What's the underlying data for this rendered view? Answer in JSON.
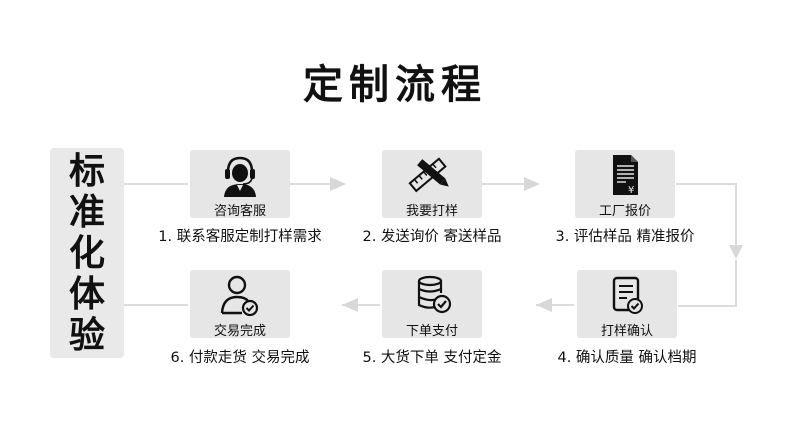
{
  "title": "定制流程",
  "side_label": [
    "标",
    "准",
    "化",
    "体",
    "验"
  ],
  "steps": [
    {
      "label": "咨询客服",
      "desc": "1. 联系客服定制打样需求",
      "icon": "headset-agent-icon"
    },
    {
      "label": "我要打样",
      "desc": "2. 发送询价 寄送样品",
      "icon": "pencil-ruler-icon"
    },
    {
      "label": "工厂报价",
      "desc": "3. 评估样品 精准报价",
      "icon": "price-document-icon"
    },
    {
      "label": "打样确认",
      "desc": "4. 确认质量 确认档期",
      "icon": "checklist-document-icon"
    },
    {
      "label": "下单支付",
      "desc": "5. 大货下单 支付定金",
      "icon": "coin-stack-icon"
    },
    {
      "label": "交易完成",
      "desc": "6. 付款走货 交易完成",
      "icon": "user-check-icon"
    }
  ],
  "colors": {
    "card": "#e6e6e6",
    "line": "#dcdcdc",
    "text": "#111111"
  }
}
